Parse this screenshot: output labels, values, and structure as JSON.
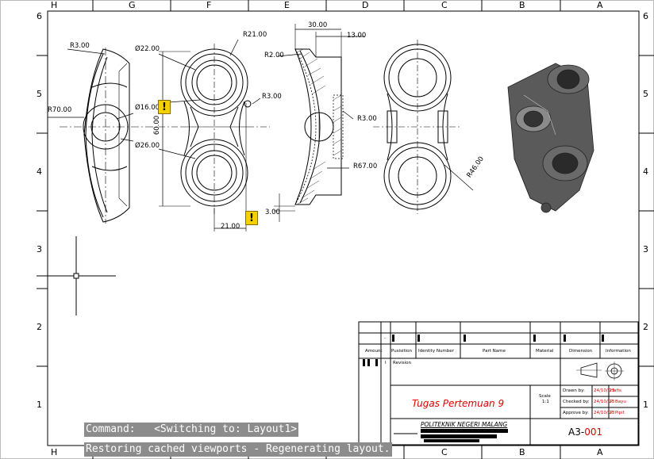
{
  "zones": {
    "columns": [
      "H",
      "G",
      "F",
      "E",
      "D",
      "C",
      "B",
      "A"
    ],
    "rows": [
      "6",
      "5",
      "4",
      "3",
      "2",
      "1"
    ]
  },
  "dimensions": {
    "r3_top_left": "R3.00",
    "d22": "Ø22.00",
    "r21": "R21.00",
    "r70": "R70.00",
    "d16": "Ø16.00",
    "d26": "Ø26.00",
    "h60": "60.00",
    "w21": "21.00",
    "r3_mid": "R3.00",
    "w30": "30.00",
    "w13": "13.00",
    "r2": "R2.00",
    "r3_right": "R3.00",
    "r67": "R67.00",
    "t3": "3.00",
    "r46": "R46.00"
  },
  "title_block": {
    "header": {
      "amount": "Amount",
      "position": "Pusisition",
      "identity_number": "Identity Number",
      "part_name": "Part Name",
      "material": "Material",
      "dimension": "Dimension",
      "information": "Information"
    },
    "dash": "-",
    "revision_num": "I",
    "revision": "Revision",
    "project_title": "Tugas Pertemuan 9",
    "scale_label": "Scale",
    "scale_value": "1:1",
    "drawn_by_label": "Drawn by:",
    "drawn_by_date": "24/10/'23",
    "drawn_by_name": "Hafis",
    "checked_by_label": "Checked by:",
    "checked_by_date": "24/10/'23",
    "checked_by_name": "P. Bayu",
    "approve_by_label": "Approve by:",
    "approve_by_date": "24/10/'23",
    "approve_by_name": "P. Pipit",
    "institution": "POLITEKNIK NEGERI MALANG",
    "drawing_number_prefix": "A3-",
    "drawing_number_suffix": "001"
  },
  "command_line": {
    "line1": "Command:   <Switching to: Layout1>",
    "line2": "Restoring cached viewports - Regenerating layout."
  },
  "colors": {
    "sheet_bg": "#ffffff",
    "line": "#000000",
    "command_bg": "#8c8c8c",
    "warning": "#f5d000",
    "accent_red": "#e00000"
  }
}
